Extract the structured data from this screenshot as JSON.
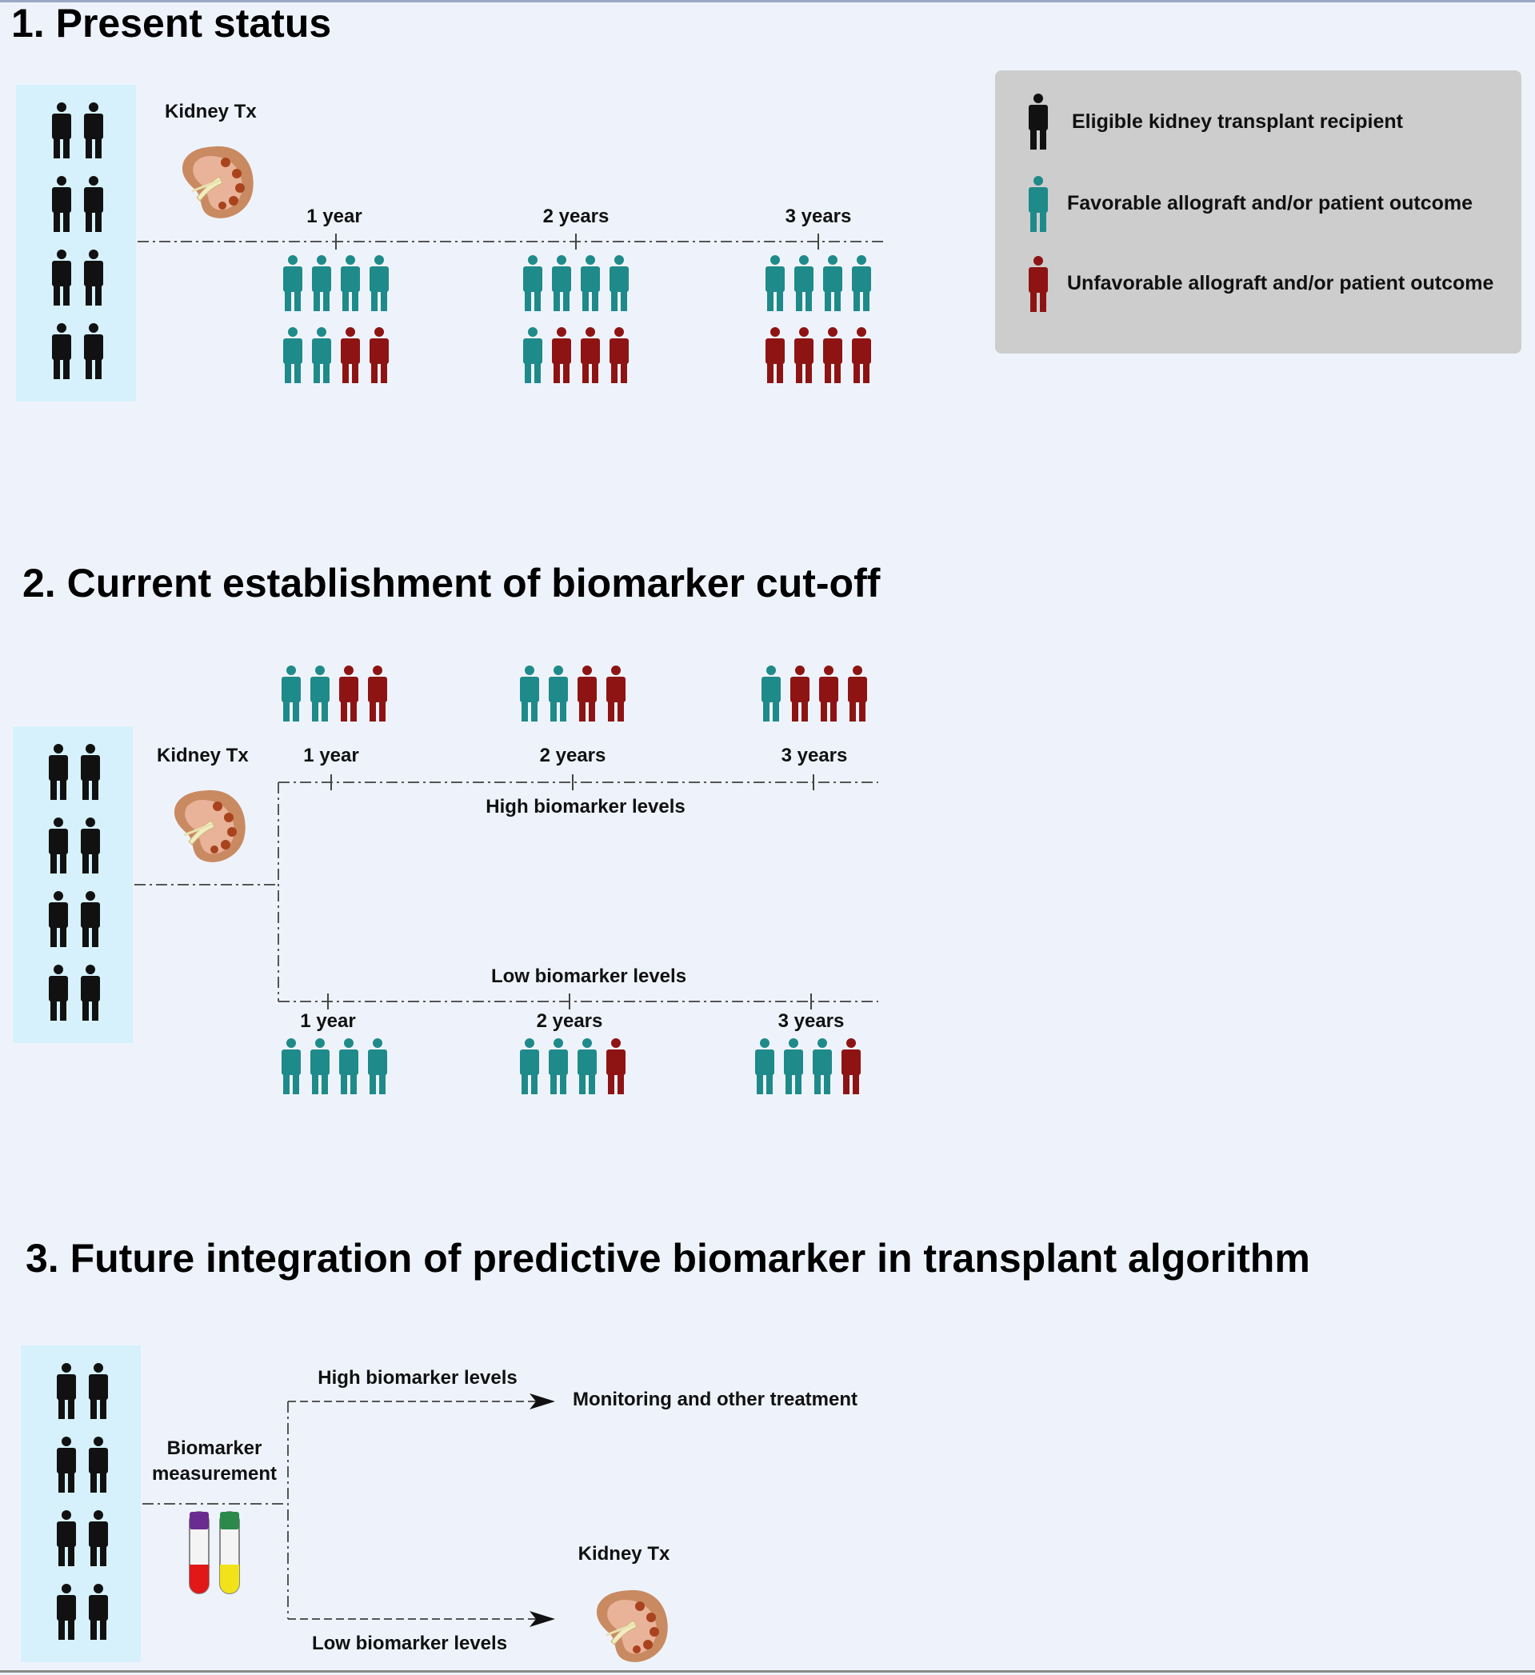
{
  "colors": {
    "eligible": "#111111",
    "favorable": "#1f8a8a",
    "unfavorable": "#8e1414",
    "cohort_panel": "#d6f1fb",
    "legend_panel": "#cdcdcd",
    "kidney": "#c98a62",
    "kidney_core": "#a8431e"
  },
  "legend": {
    "eligible_label": "Eligible kidney transplant recipient",
    "favorable_label": "Favorable allograft and/or patient outcome",
    "unfavorable_label": "Unfavorable allograft and/or patient outcome"
  },
  "section1": {
    "heading": "1. Present status",
    "kidney_label": "Kidney Tx",
    "timepoints": [
      {
        "label": "1 year",
        "outcomes": [
          "F",
          "F",
          "F",
          "F",
          "F",
          "F",
          "U",
          "U"
        ]
      },
      {
        "label": "2 years",
        "outcomes": [
          "F",
          "F",
          "F",
          "F",
          "F",
          "U",
          "U",
          "U"
        ]
      },
      {
        "label": "3 years",
        "outcomes": [
          "F",
          "F",
          "F",
          "F",
          "U",
          "U",
          "U",
          "U"
        ]
      }
    ]
  },
  "section2": {
    "heading": "2. Current establishment of biomarker cut-off",
    "kidney_label": "Kidney Tx",
    "high_label": "High biomarker levels",
    "low_label": "Low biomarker levels",
    "high_timepoints": [
      {
        "label": "1 year",
        "outcomes": [
          "F",
          "F",
          "U",
          "U"
        ]
      },
      {
        "label": "2 years",
        "outcomes": [
          "F",
          "F",
          "U",
          "U"
        ]
      },
      {
        "label": "3 years",
        "outcomes": [
          "F",
          "U",
          "U",
          "U"
        ]
      }
    ],
    "low_timepoints": [
      {
        "label": "1 year",
        "outcomes": [
          "F",
          "F",
          "F",
          "F"
        ]
      },
      {
        "label": "2 years",
        "outcomes": [
          "F",
          "F",
          "F",
          "U"
        ]
      },
      {
        "label": "3 years",
        "outcomes": [
          "F",
          "F",
          "F",
          "U"
        ]
      }
    ]
  },
  "section3": {
    "heading": "3. Future integration of predictive biomarker in transplant algorithm",
    "measurement_line1": "Biomarker",
    "measurement_line2": "measurement",
    "high_label": "High biomarker levels",
    "high_outcome": "Monitoring and other treatment",
    "low_label": "Low biomarker levels",
    "kidney_label": "Kidney Tx"
  }
}
